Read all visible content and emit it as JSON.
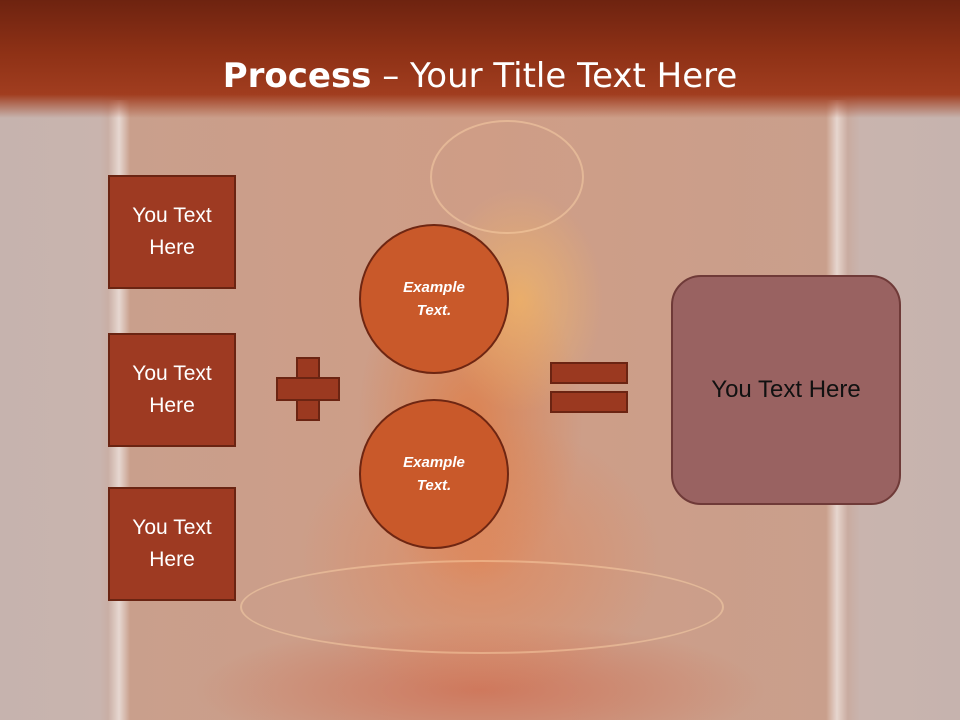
{
  "slide": {
    "title_bold": "Process",
    "title_rest": " – Your Title Text Here"
  },
  "inputs": [
    {
      "label": "You Text Here"
    },
    {
      "label": "You Text Here"
    },
    {
      "label": "You Text Here"
    }
  ],
  "operands": [
    {
      "label": "Example Text."
    },
    {
      "label": "Example Text."
    }
  ],
  "result": {
    "label": "You Text Here"
  },
  "colors": {
    "header": "#8e3116",
    "box_fill": "#9e3a22",
    "circle_fill": "#c9592a",
    "result_fill": "#996261"
  },
  "icons": [
    "plus-icon",
    "equals-icon"
  ]
}
